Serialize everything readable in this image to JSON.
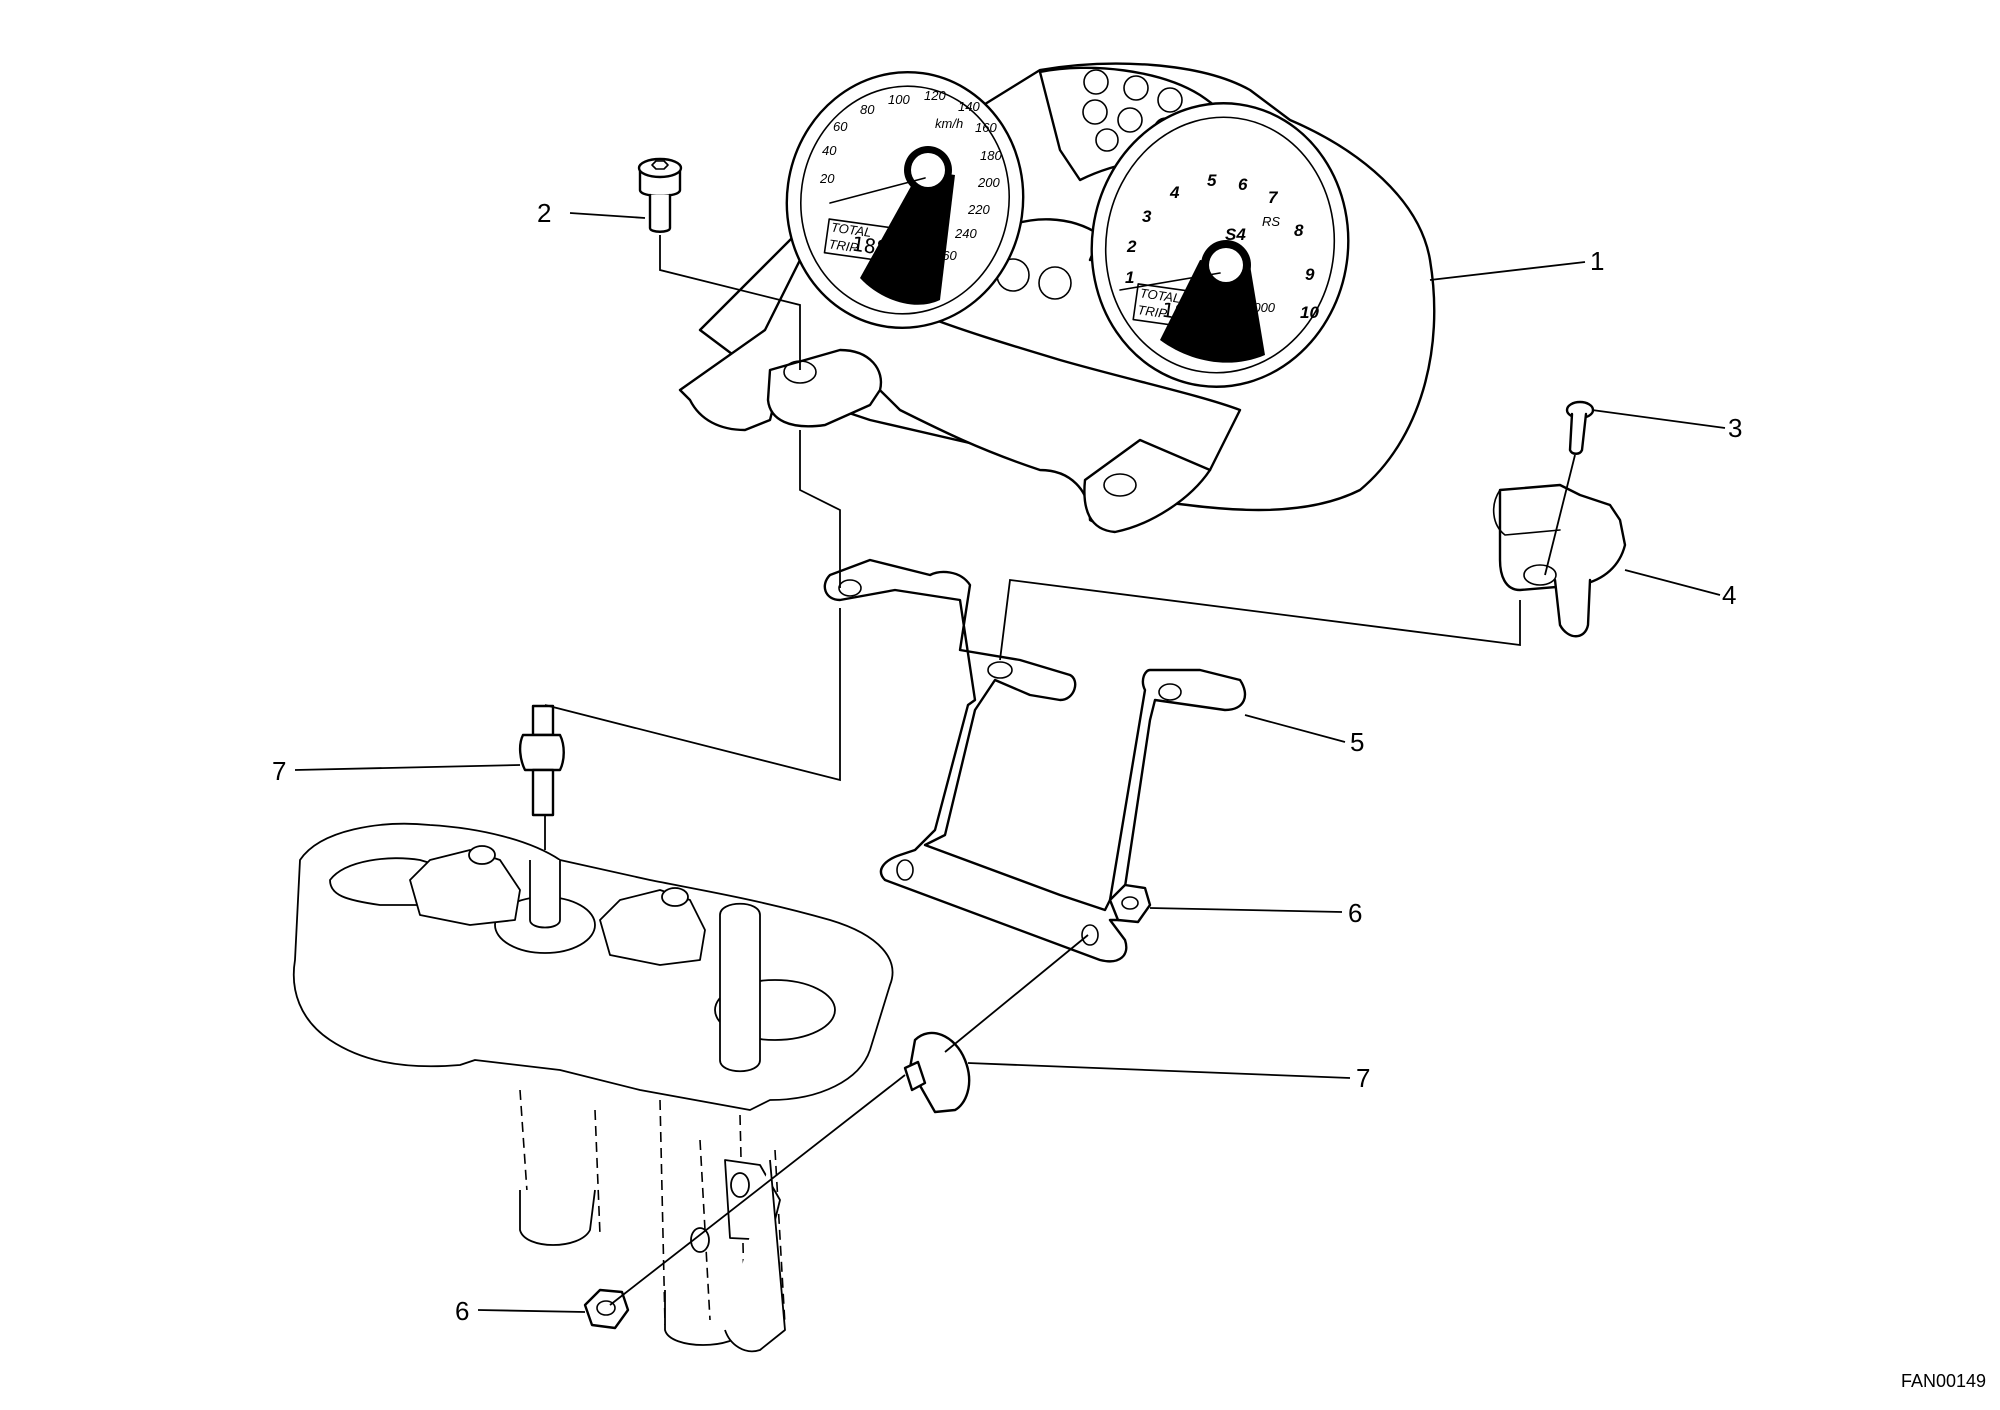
{
  "drawing": {
    "reference_code": "FAN00149"
  },
  "callouts": [
    {
      "id": "1",
      "label": "1"
    },
    {
      "id": "2",
      "label": "2"
    },
    {
      "id": "3",
      "label": "3"
    },
    {
      "id": "4",
      "label": "4"
    },
    {
      "id": "5",
      "label": "5"
    },
    {
      "id": "6a",
      "label": "6"
    },
    {
      "id": "7a",
      "label": "7"
    },
    {
      "id": "7b",
      "label": "7"
    },
    {
      "id": "6b",
      "label": "6"
    }
  ],
  "speedometer": {
    "unit": "km/h",
    "ticks": [
      "20",
      "40",
      "60",
      "80",
      "100",
      "120",
      "140",
      "160",
      "180",
      "200",
      "220",
      "240",
      "260"
    ],
    "display_labels": [
      "TOTAL",
      "TRIP"
    ],
    "display_value": "188888"
  },
  "tachometer": {
    "ticks": [
      "1",
      "2",
      "3",
      "4",
      "5",
      "6",
      "7",
      "8",
      "9",
      "10"
    ],
    "badge": "S4",
    "badge_suffix": "RS",
    "unit": "rpm x 1000",
    "display_labels": [
      "TOTAL",
      "TRIP"
    ],
    "display_value": "188888"
  }
}
